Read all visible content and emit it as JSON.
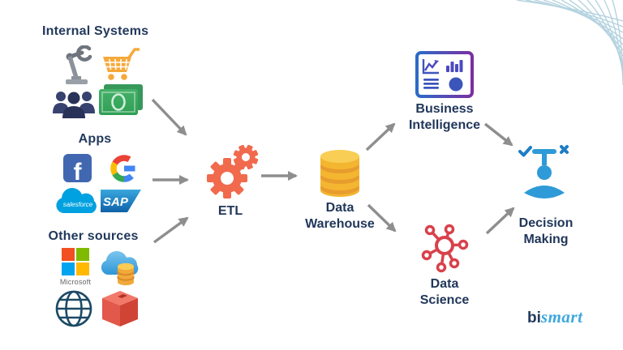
{
  "diagram": {
    "sources": [
      {
        "id": "internal-systems",
        "title": "Internal Systems",
        "icons": [
          "robot-arm",
          "shopping-cart",
          "user-group",
          "money"
        ]
      },
      {
        "id": "apps",
        "title": "Apps",
        "icons": [
          "facebook",
          "google",
          "salesforce",
          "sap"
        ]
      },
      {
        "id": "other-sources",
        "title": "Other sources",
        "icons": [
          "microsoft",
          "cloud-database",
          "globe",
          "package-box"
        ]
      }
    ],
    "nodes": {
      "etl": {
        "label": "ETL"
      },
      "data_warehouse": {
        "label": "Data Warehouse"
      },
      "business_intelligence": {
        "label": "Business Intelligence"
      },
      "data_science": {
        "label": "Data Science"
      },
      "decision_making": {
        "label": "Decision Making"
      }
    },
    "edges": [
      {
        "from": "internal-systems",
        "to": "etl"
      },
      {
        "from": "apps",
        "to": "etl"
      },
      {
        "from": "other-sources",
        "to": "etl"
      },
      {
        "from": "etl",
        "to": "data-warehouse"
      },
      {
        "from": "data-warehouse",
        "to": "business-intelligence"
      },
      {
        "from": "data-warehouse",
        "to": "data-science"
      },
      {
        "from": "business-intelligence",
        "to": "decision-making"
      },
      {
        "from": "data-science",
        "to": "decision-making"
      }
    ]
  },
  "icon_captions": {
    "facebook": "f",
    "google": "G",
    "salesforce": "salesforce",
    "sap": "SAP",
    "microsoft": "Microsoft"
  },
  "brand": {
    "logo_part1": "bi",
    "logo_part2": "smart"
  },
  "colors": {
    "heading_navy": "#22395c",
    "arrow_gray": "#8e8e8e",
    "etl_coral": "#f16a4d",
    "warehouse_gold": "#f4b630",
    "bi_gradient_start": "#2b6bc8",
    "bi_gradient_end": "#7b2fa3",
    "data_science_red": "#d8414b",
    "decision_blue": "#2e9ad7",
    "logo_blue": "#3ea8dc",
    "decor_blue": "#aecfdd"
  }
}
